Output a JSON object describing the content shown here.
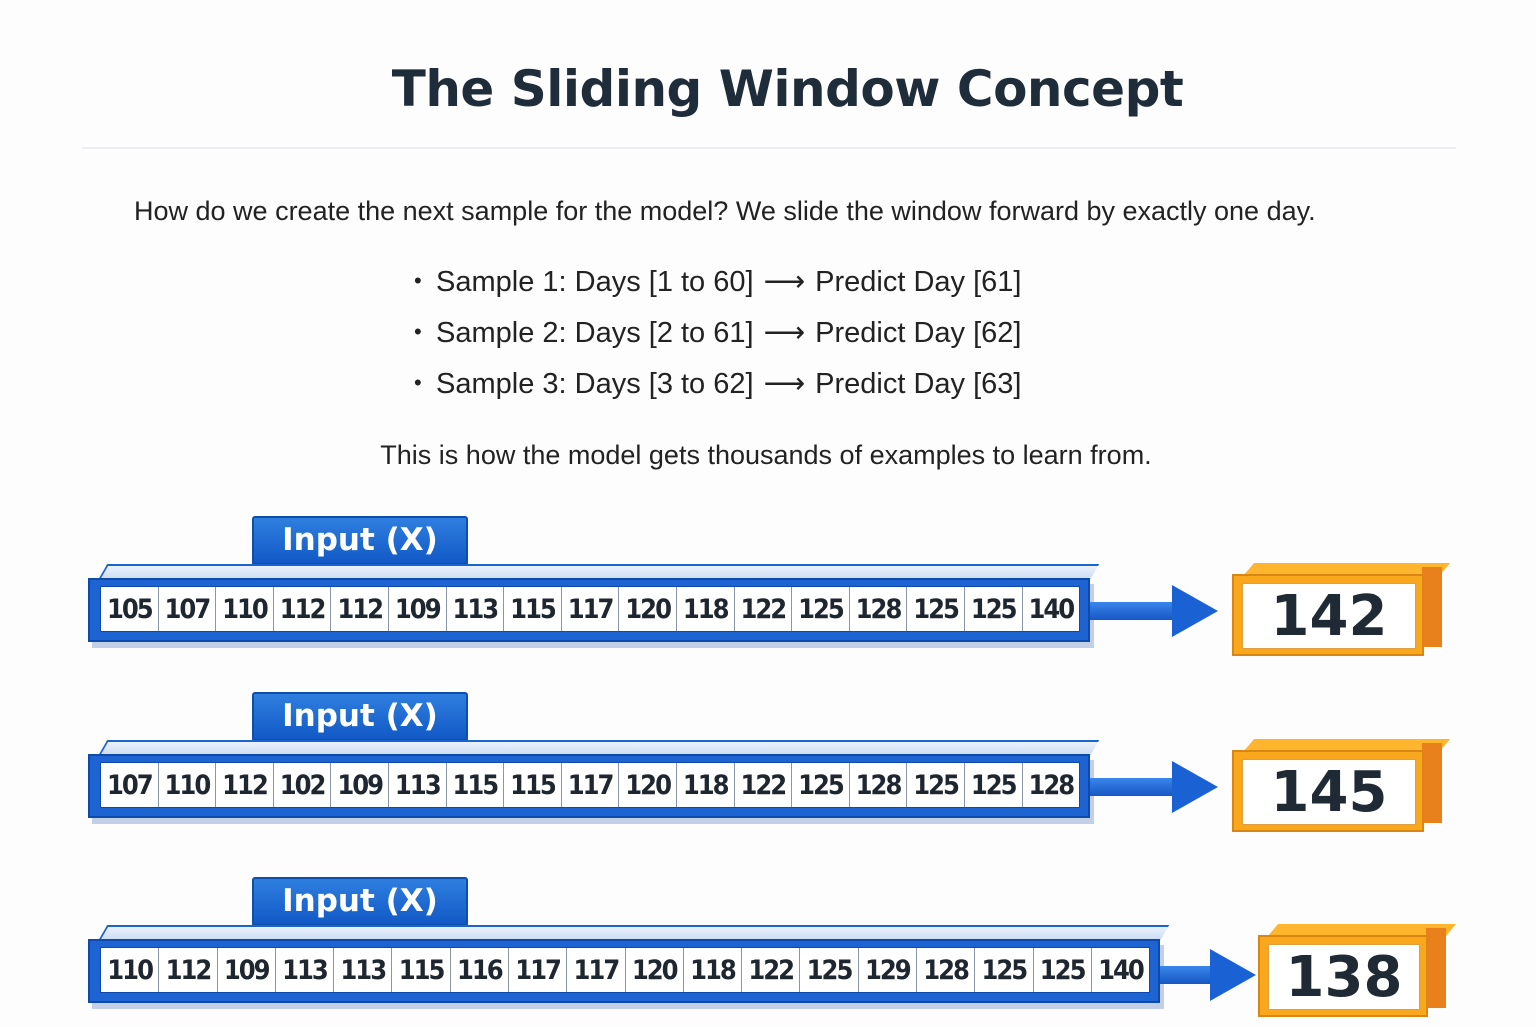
{
  "title": "The Sliding Window Concept",
  "intro": "How do we create the next sample for the model? We slide the window forward by exactly one day.",
  "samples": [
    {
      "text": "Sample 1: Days [1 to 60]",
      "predict": "Predict Day [61]"
    },
    {
      "text": "Sample 2: Days [2 to 61]",
      "predict": "Predict Day [62]"
    },
    {
      "text": "Sample 3: Days [3 to 62]",
      "predict": "Predict Day [63]"
    }
  ],
  "bullet_symbol": "•",
  "arrow_symbol": "⟶",
  "closing": "This is how the model gets thousands of examples to learn from.",
  "input_label": "Input (X)",
  "windows": [
    {
      "values": [
        "105",
        "107",
        "110",
        "112",
        "112",
        "109",
        "113",
        "115",
        "117",
        "120",
        "118",
        "122",
        "125",
        "128",
        "125",
        "125",
        "140"
      ],
      "output": "142"
    },
    {
      "values": [
        "107",
        "110",
        "112",
        "102",
        "109",
        "113",
        "115",
        "115",
        "117",
        "120",
        "118",
        "122",
        "125",
        "128",
        "125",
        "125",
        "128"
      ],
      "output": "145"
    },
    {
      "values": [
        "110",
        "112",
        "109",
        "113",
        "113",
        "115",
        "116",
        "117",
        "117",
        "120",
        "118",
        "122",
        "125",
        "129",
        "128",
        "125",
        "125",
        "140"
      ],
      "output": "138"
    }
  ],
  "colors": {
    "input_blue": "#1e63d2",
    "output_orange": "#f9a81d"
  }
}
